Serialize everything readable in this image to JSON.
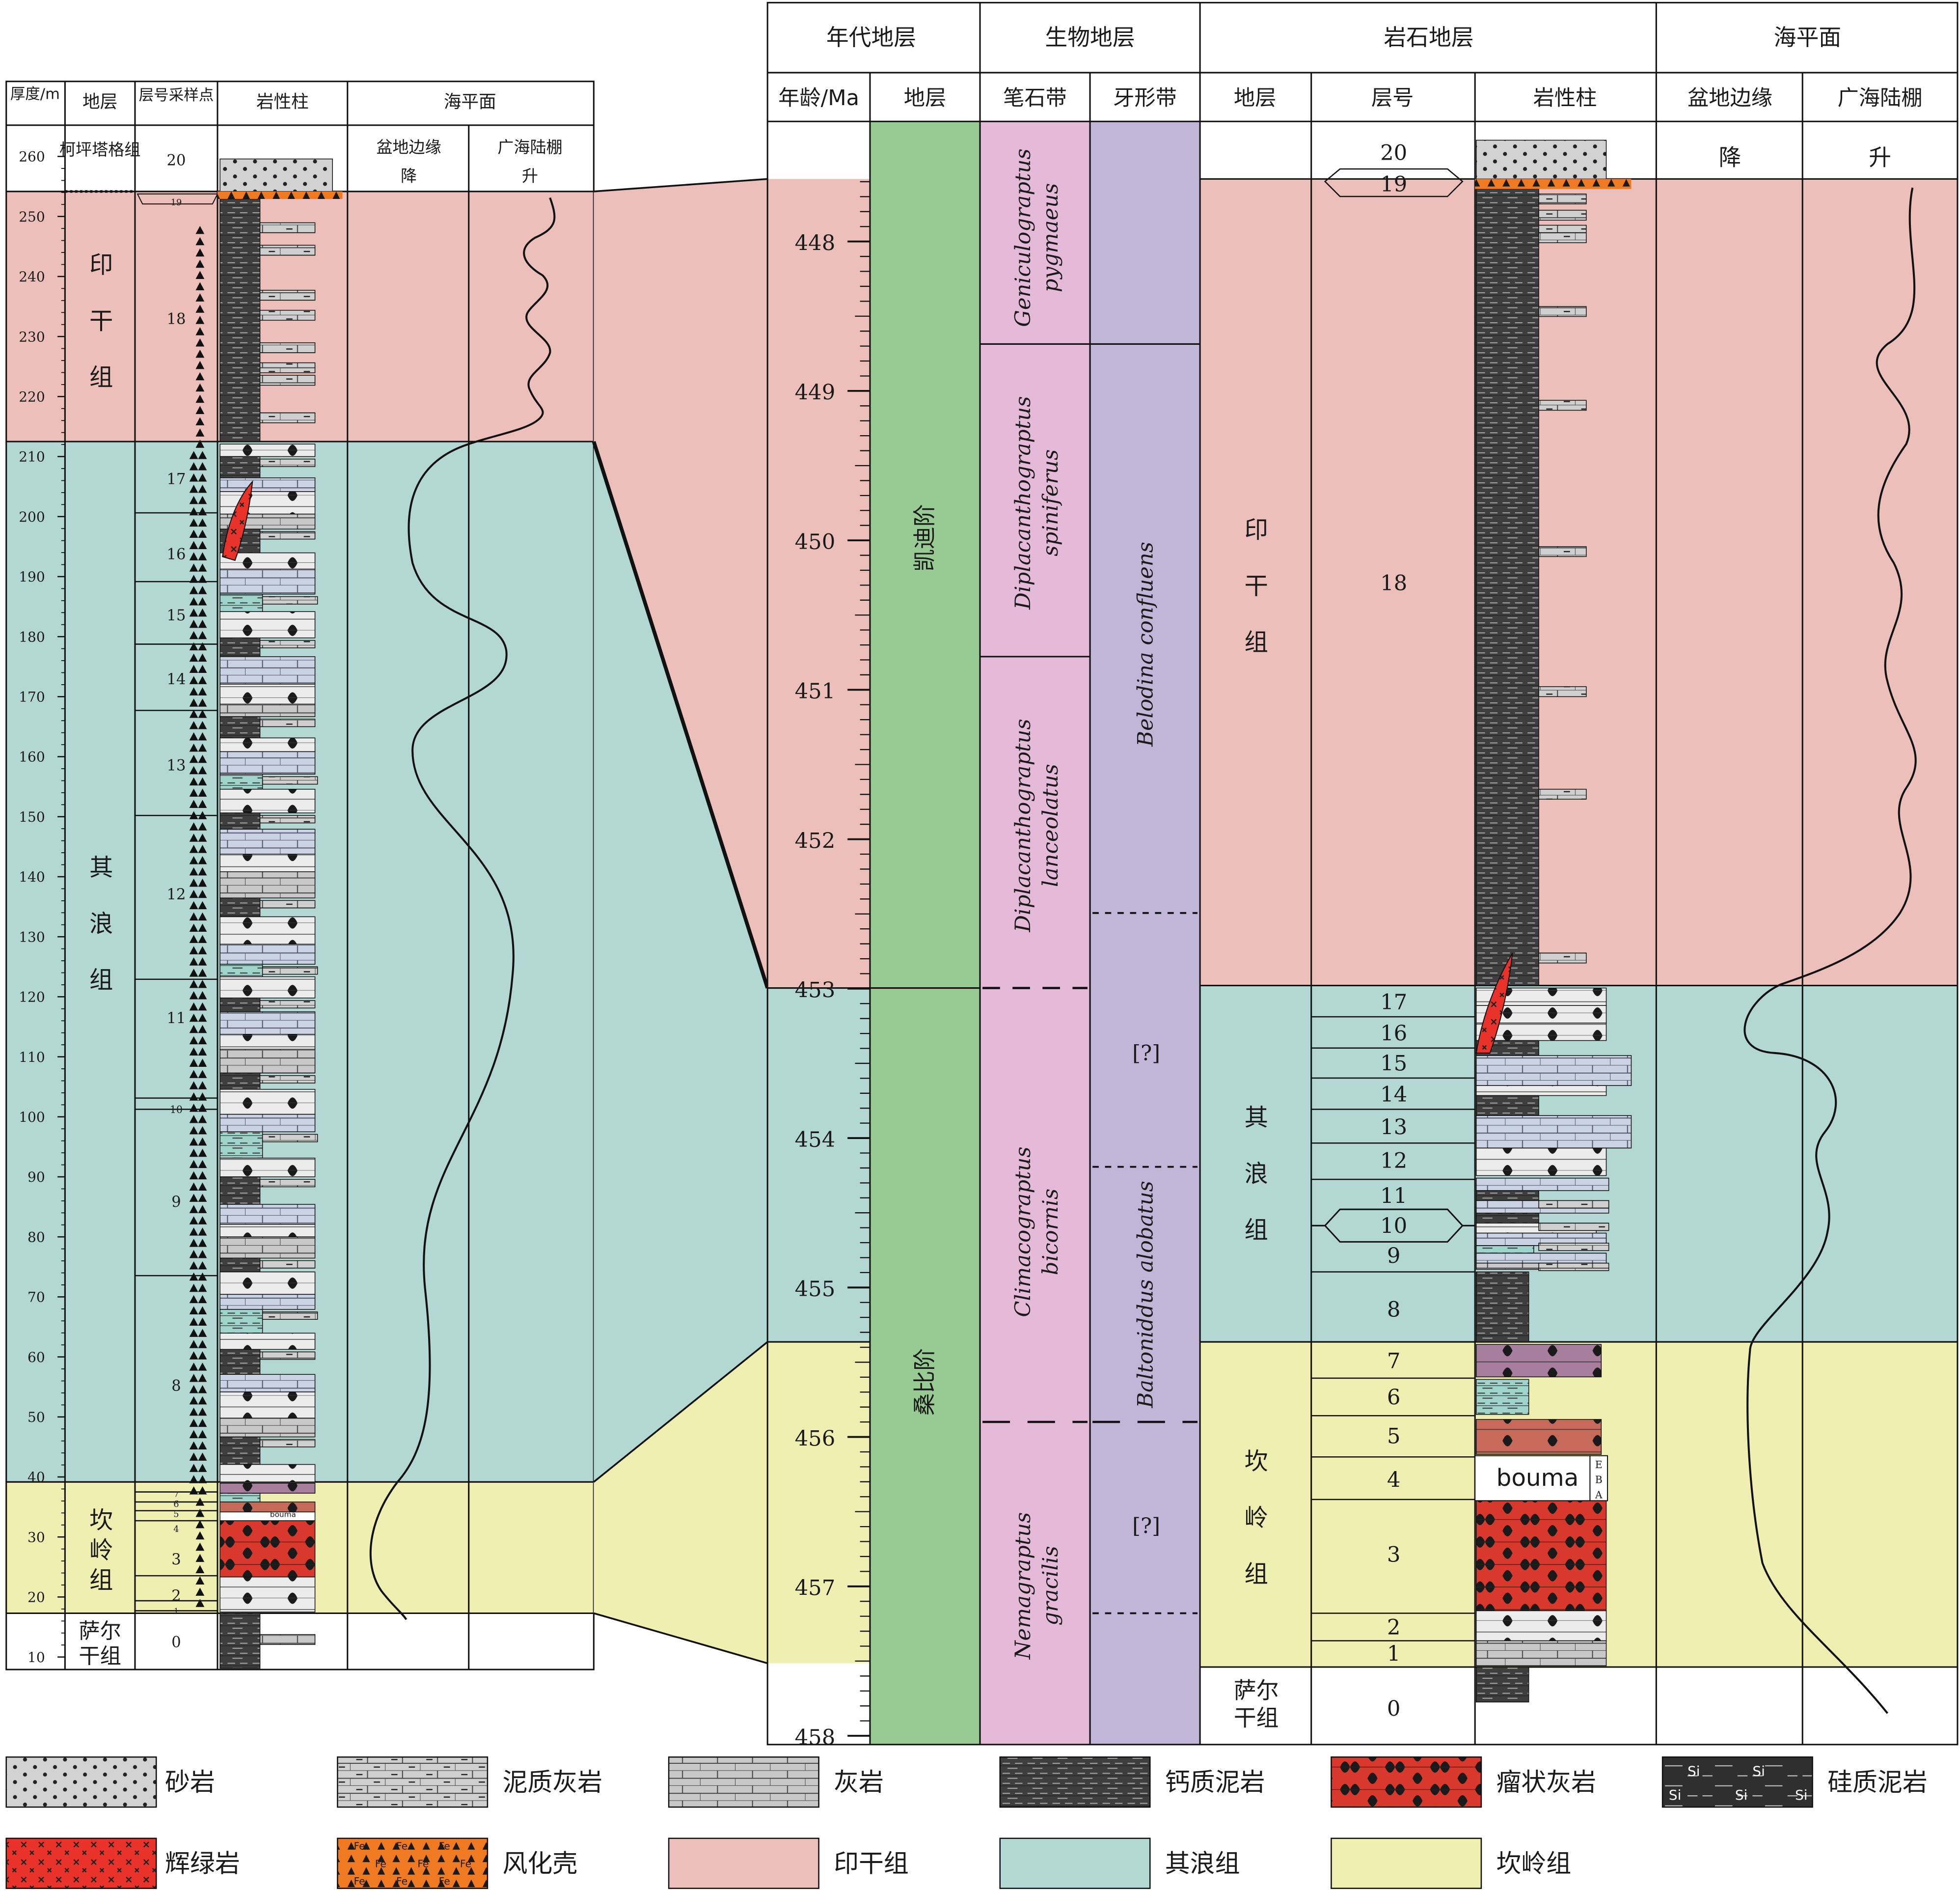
{
  "colors": {
    "yingan": "#EDBFBA",
    "qilang": "#B3D8D4",
    "kanling": "#EFEFB1",
    "stage": "#98CB93",
    "graptolite": "#E5BAD8",
    "conodont": "#C2B6D8",
    "limestone_light": "#E9E9E9",
    "marl": "#C9C9C9",
    "calc_mud": "#3E3E3E",
    "nodular": "#D9382C",
    "weathering": "#F07A22",
    "marly_blue": "#C9D3E4",
    "mauve": "#A77E9D",
    "teal_bed": "#9ED4CB",
    "brick": "#C86A5A"
  },
  "left": {
    "headers": {
      "thickness": "厚度/m",
      "formation": "地层",
      "layer": "层号采样点",
      "column": "岩性柱",
      "sea": "海平面",
      "basin": "盆地边缘",
      "fall": "降",
      "shelf": "广海陆棚",
      "rise": "升"
    },
    "depth_ticks": [
      "260",
      "250",
      "240",
      "230",
      "220",
      "210",
      "200",
      "190",
      "180",
      "170",
      "160",
      "150",
      "140",
      "130",
      "120",
      "110",
      "100",
      "90",
      "80",
      "70",
      "60",
      "50",
      "40",
      "30",
      "20",
      "10"
    ],
    "formations": [
      {
        "name": "柯坪塔格组"
      },
      {
        "name": "印干组"
      },
      {
        "name": "其浪组"
      },
      {
        "name": "坎岭组"
      },
      {
        "name": "萨尔干组"
      }
    ],
    "layers": [
      "20",
      "19",
      "18",
      "17",
      "16",
      "15",
      "14",
      "13",
      "12",
      "11",
      "10",
      "9",
      "8",
      "7",
      "6",
      "5",
      "4",
      "3",
      "2",
      "1",
      "0"
    ],
    "bouma_label": "bouma"
  },
  "right": {
    "group_headers": {
      "chrono": "年代地层",
      "bio": "生物地层",
      "litho": "岩石地层",
      "sea": "海平面"
    },
    "sub_headers": {
      "age": "年龄/Ma",
      "stage": "地层",
      "grapt": "笔石带",
      "cono": "牙形带",
      "formation": "地层",
      "layer": "层号",
      "column": "岩性柱",
      "basin": "盆地边缘",
      "shelf": "广海陆棚"
    },
    "fall": "降",
    "rise": "升",
    "age_ticks": [
      "448",
      "449",
      "450",
      "451",
      "452",
      "453",
      "454",
      "455",
      "456",
      "457",
      "458"
    ],
    "stages": [
      "凯迪阶",
      "桑比阶"
    ],
    "graptolite_zones": [
      "Geniculograptus pygmaeus",
      "Diplacanthograptus spiniferus",
      "Diplacanthograptus lanceolatus",
      "Climacograptus bicornis",
      "Nemagraptus gracilis"
    ],
    "conodont_zones": [
      "Belodina confluens",
      "[?]",
      "Baltoniddus alobatus",
      "[?]"
    ],
    "formations": [
      "印干组",
      "其浪组",
      "坎岭组",
      "萨尔干组"
    ],
    "layers": [
      "20",
      "19",
      "18",
      "17",
      "16",
      "15",
      "14",
      "13",
      "12",
      "11",
      "10",
      "9",
      "8",
      "7",
      "6",
      "5",
      "4",
      "3",
      "2",
      "1",
      "0"
    ],
    "bouma": "bouma",
    "bouma_letters": [
      "E",
      "B",
      "A"
    ]
  },
  "legend": [
    {
      "key": "sandstone",
      "label": "砂岩"
    },
    {
      "key": "marly_limestone",
      "label": "泥质灰岩"
    },
    {
      "key": "limestone",
      "label": "灰岩"
    },
    {
      "key": "calcareous_mudstone",
      "label": "钙质泥岩"
    },
    {
      "key": "nodular_limestone",
      "label": "瘤状灰岩"
    },
    {
      "key": "siliceous_mudstone",
      "label": "硅质泥岩"
    },
    {
      "key": "diabase",
      "label": "辉绿岩"
    },
    {
      "key": "weathering_crust",
      "label": "风化壳"
    },
    {
      "key": "yingan_fm",
      "label": "印干组"
    },
    {
      "key": "qilang_fm",
      "label": "其浪组"
    },
    {
      "key": "kanling_fm",
      "label": "坎岭组"
    }
  ],
  "legend_symbols": {
    "si": "Si",
    "fe": "Fe"
  }
}
